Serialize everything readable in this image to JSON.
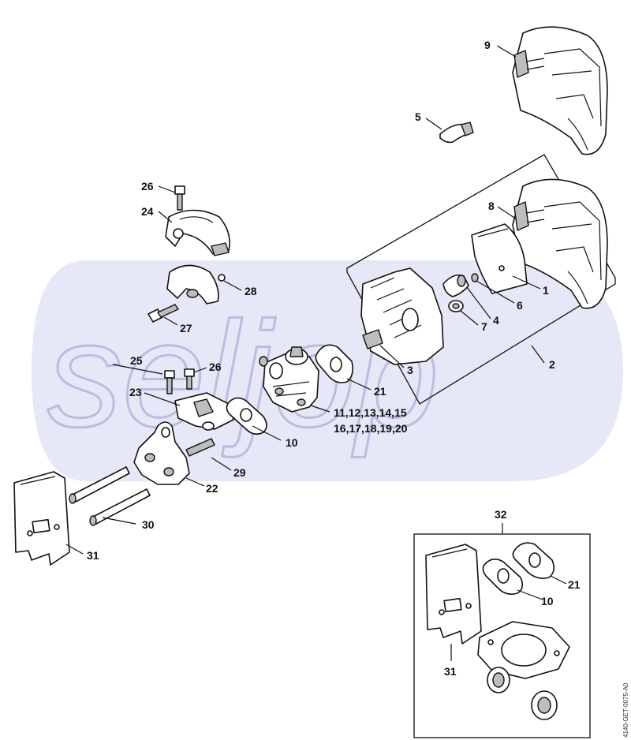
{
  "diagram": {
    "watermark": "seljop",
    "doc_code": "4140-GET-0075-A0",
    "kit_label": "32",
    "callouts": [
      {
        "id": "c9",
        "text": "9"
      },
      {
        "id": "c5",
        "text": "5"
      },
      {
        "id": "c26a",
        "text": "26"
      },
      {
        "id": "c24",
        "text": "24"
      },
      {
        "id": "c8",
        "text": "8"
      },
      {
        "id": "c1",
        "text": "1"
      },
      {
        "id": "c6",
        "text": "6"
      },
      {
        "id": "c4",
        "text": "4"
      },
      {
        "id": "c7",
        "text": "7"
      },
      {
        "id": "c28",
        "text": "28"
      },
      {
        "id": "c27",
        "text": "27"
      },
      {
        "id": "c3",
        "text": "3"
      },
      {
        "id": "c2",
        "text": "2"
      },
      {
        "id": "c25",
        "text": "25"
      },
      {
        "id": "c26b",
        "text": "26"
      },
      {
        "id": "c21a",
        "text": "21"
      },
      {
        "id": "c23",
        "text": "23"
      },
      {
        "id": "c11",
        "text": "11,12,13,14,15"
      },
      {
        "id": "c16",
        "text": "16,17,18,19,20"
      },
      {
        "id": "c10a",
        "text": "10"
      },
      {
        "id": "c29",
        "text": "29"
      },
      {
        "id": "c22",
        "text": "22"
      },
      {
        "id": "c30",
        "text": "30"
      },
      {
        "id": "c31a",
        "text": "31"
      },
      {
        "id": "c21b",
        "text": "21"
      },
      {
        "id": "c10b",
        "text": "10"
      },
      {
        "id": "c31b",
        "text": "31"
      }
    ]
  }
}
